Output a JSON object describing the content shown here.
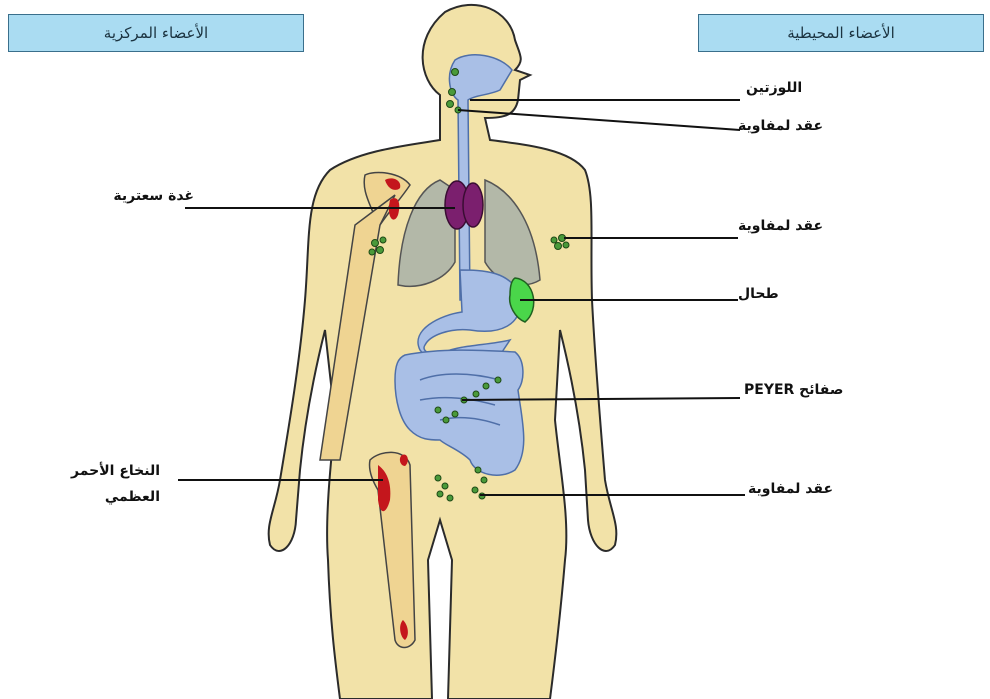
{
  "headers": {
    "central": "الأعضاء المركزية",
    "peripheral": "الأعضاء المحيطية"
  },
  "labels": {
    "tonsils": "اللوزتين",
    "lymph_nodes_neck": "عقد لمفاوية",
    "thymus": "غدة سعترية",
    "lymph_nodes_armpit": "عقد لمفاوية",
    "spleen": "طحال",
    "peyer_patches": "صفائح PEYER",
    "bone_marrow_line1": "النخاع الأحمر",
    "bone_marrow_line2": "العظمي",
    "lymph_nodes_groin": "عقد لمفاوية"
  },
  "colors": {
    "skin": "#f2e2a8",
    "outline": "#2b2b2b",
    "digestive": "#a9bfe6",
    "lungs": "#b3b8a8",
    "thymus": "#7b1f6e",
    "spleen": "#4ad64a",
    "lymph": "#4a9a3a",
    "bone": "#efd492",
    "marrow": "#c4161c",
    "header_bg": "#aadcf2"
  }
}
